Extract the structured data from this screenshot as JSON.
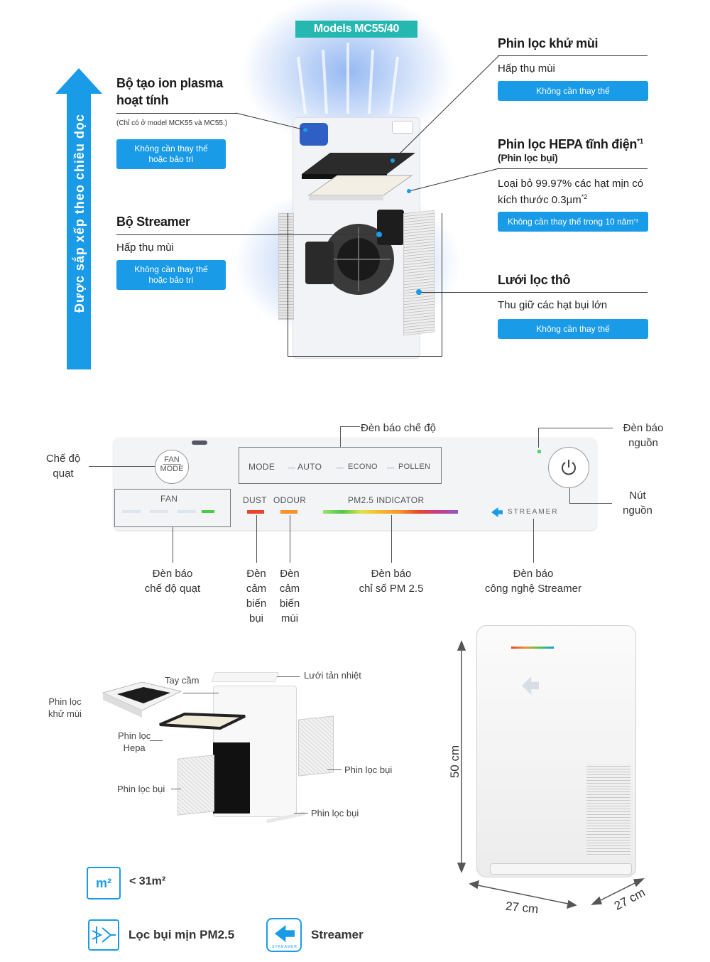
{
  "top": {
    "models_badge": "Models MC55/40",
    "vertical_banner": "Được sắp xếp theo chiều dọc",
    "plasma": {
      "title_line1": "Bộ tạo ion plasma",
      "title_line2": "hoạt tính",
      "note": "(Chỉ có ở model MCK55 và MC55.)",
      "pill_line1": "Không cần thay thế",
      "pill_line2": "hoặc bảo trì"
    },
    "streamer": {
      "title": "Bộ Streamer",
      "sub": "Hấp thụ mùi",
      "pill_line1": "Không cần thay thế",
      "pill_line2": "hoặc bảo trì"
    },
    "deodor": {
      "title": "Phin lọc khử mùi",
      "sub": "Hấp thụ mùi",
      "pill": "Không cần thay thế"
    },
    "hepa": {
      "title": "Phin lọc HEPA tĩnh điện",
      "sup": "*1",
      "title2": "(Phin lọc bụi)",
      "sub_line1": "Loại bỏ 99.97% các hạt mịn có",
      "sub_line2": "kích thước 0.3µm",
      "sub_sup": "*2",
      "pill": "Không cần thay thế trong 10 năm",
      "pill_sup": "*3"
    },
    "prefilter": {
      "title": "Lưới lọc thô",
      "sub": "Thu giữ các hạt bụi lớn",
      "pill": "Không cần thay thế"
    }
  },
  "panel": {
    "fan_mode_top": "FAN",
    "fan_mode_bottom": "MODE",
    "modes": [
      "MODE",
      "AUTO",
      "ECONO",
      "POLLEN"
    ],
    "fan_label": "FAN",
    "dust": "DUST",
    "odour": "ODOUR",
    "pm25": "PM2.5  INDICATOR",
    "streamer_logo": "STREAMER",
    "callouts": {
      "mode_light": "Đèn báo chế độ",
      "power_light_1": "Đèn báo",
      "power_light_2": "nguồn",
      "fan_mode_1": "Chế độ",
      "fan_mode_2": "quạt",
      "power_btn_1": "Nút",
      "power_btn_2": "nguồn",
      "fan_light_1": "Đèn báo",
      "fan_light_2": "chế độ quạt",
      "dust_1": "Đèn",
      "dust_2": "cảm",
      "dust_3": "biến",
      "dust_4": "bụi",
      "odour_1": "Đèn",
      "odour_2": "cảm",
      "odour_3": "biến",
      "odour_4": "mùi",
      "pm_1": "Đèn báo",
      "pm_2": "chỉ số PM 2.5",
      "str_1": "Đèn báo",
      "str_2": "công nghệ Streamer"
    },
    "colors": {
      "dust": "#e8452c",
      "odour": "#f5922a",
      "fan_green": "#4cc84c",
      "power_green": "#55d06a",
      "accent": "#1a9be8"
    }
  },
  "parts": {
    "handle": "Tay cầm",
    "grille": "Lưới tản nhiệt",
    "deodor_1": "Phin lọc",
    "deodor_2": "khử mùi",
    "hepa_1": "Phin lọc",
    "hepa_2": "Hepa",
    "dust_left": "Phin lọc bụi",
    "dust_right": "Phin lọc bụi",
    "dust_bottom": "Phin lọc bụi"
  },
  "dims": {
    "height": "50 cm",
    "width": "27 cm",
    "depth": "27 cm"
  },
  "features": {
    "area_icon": "m²",
    "area": "< 31m²",
    "pm": "Lọc bụi mịn PM2.5",
    "streamer": "Streamer",
    "streamer_badge": "STREAMER"
  }
}
